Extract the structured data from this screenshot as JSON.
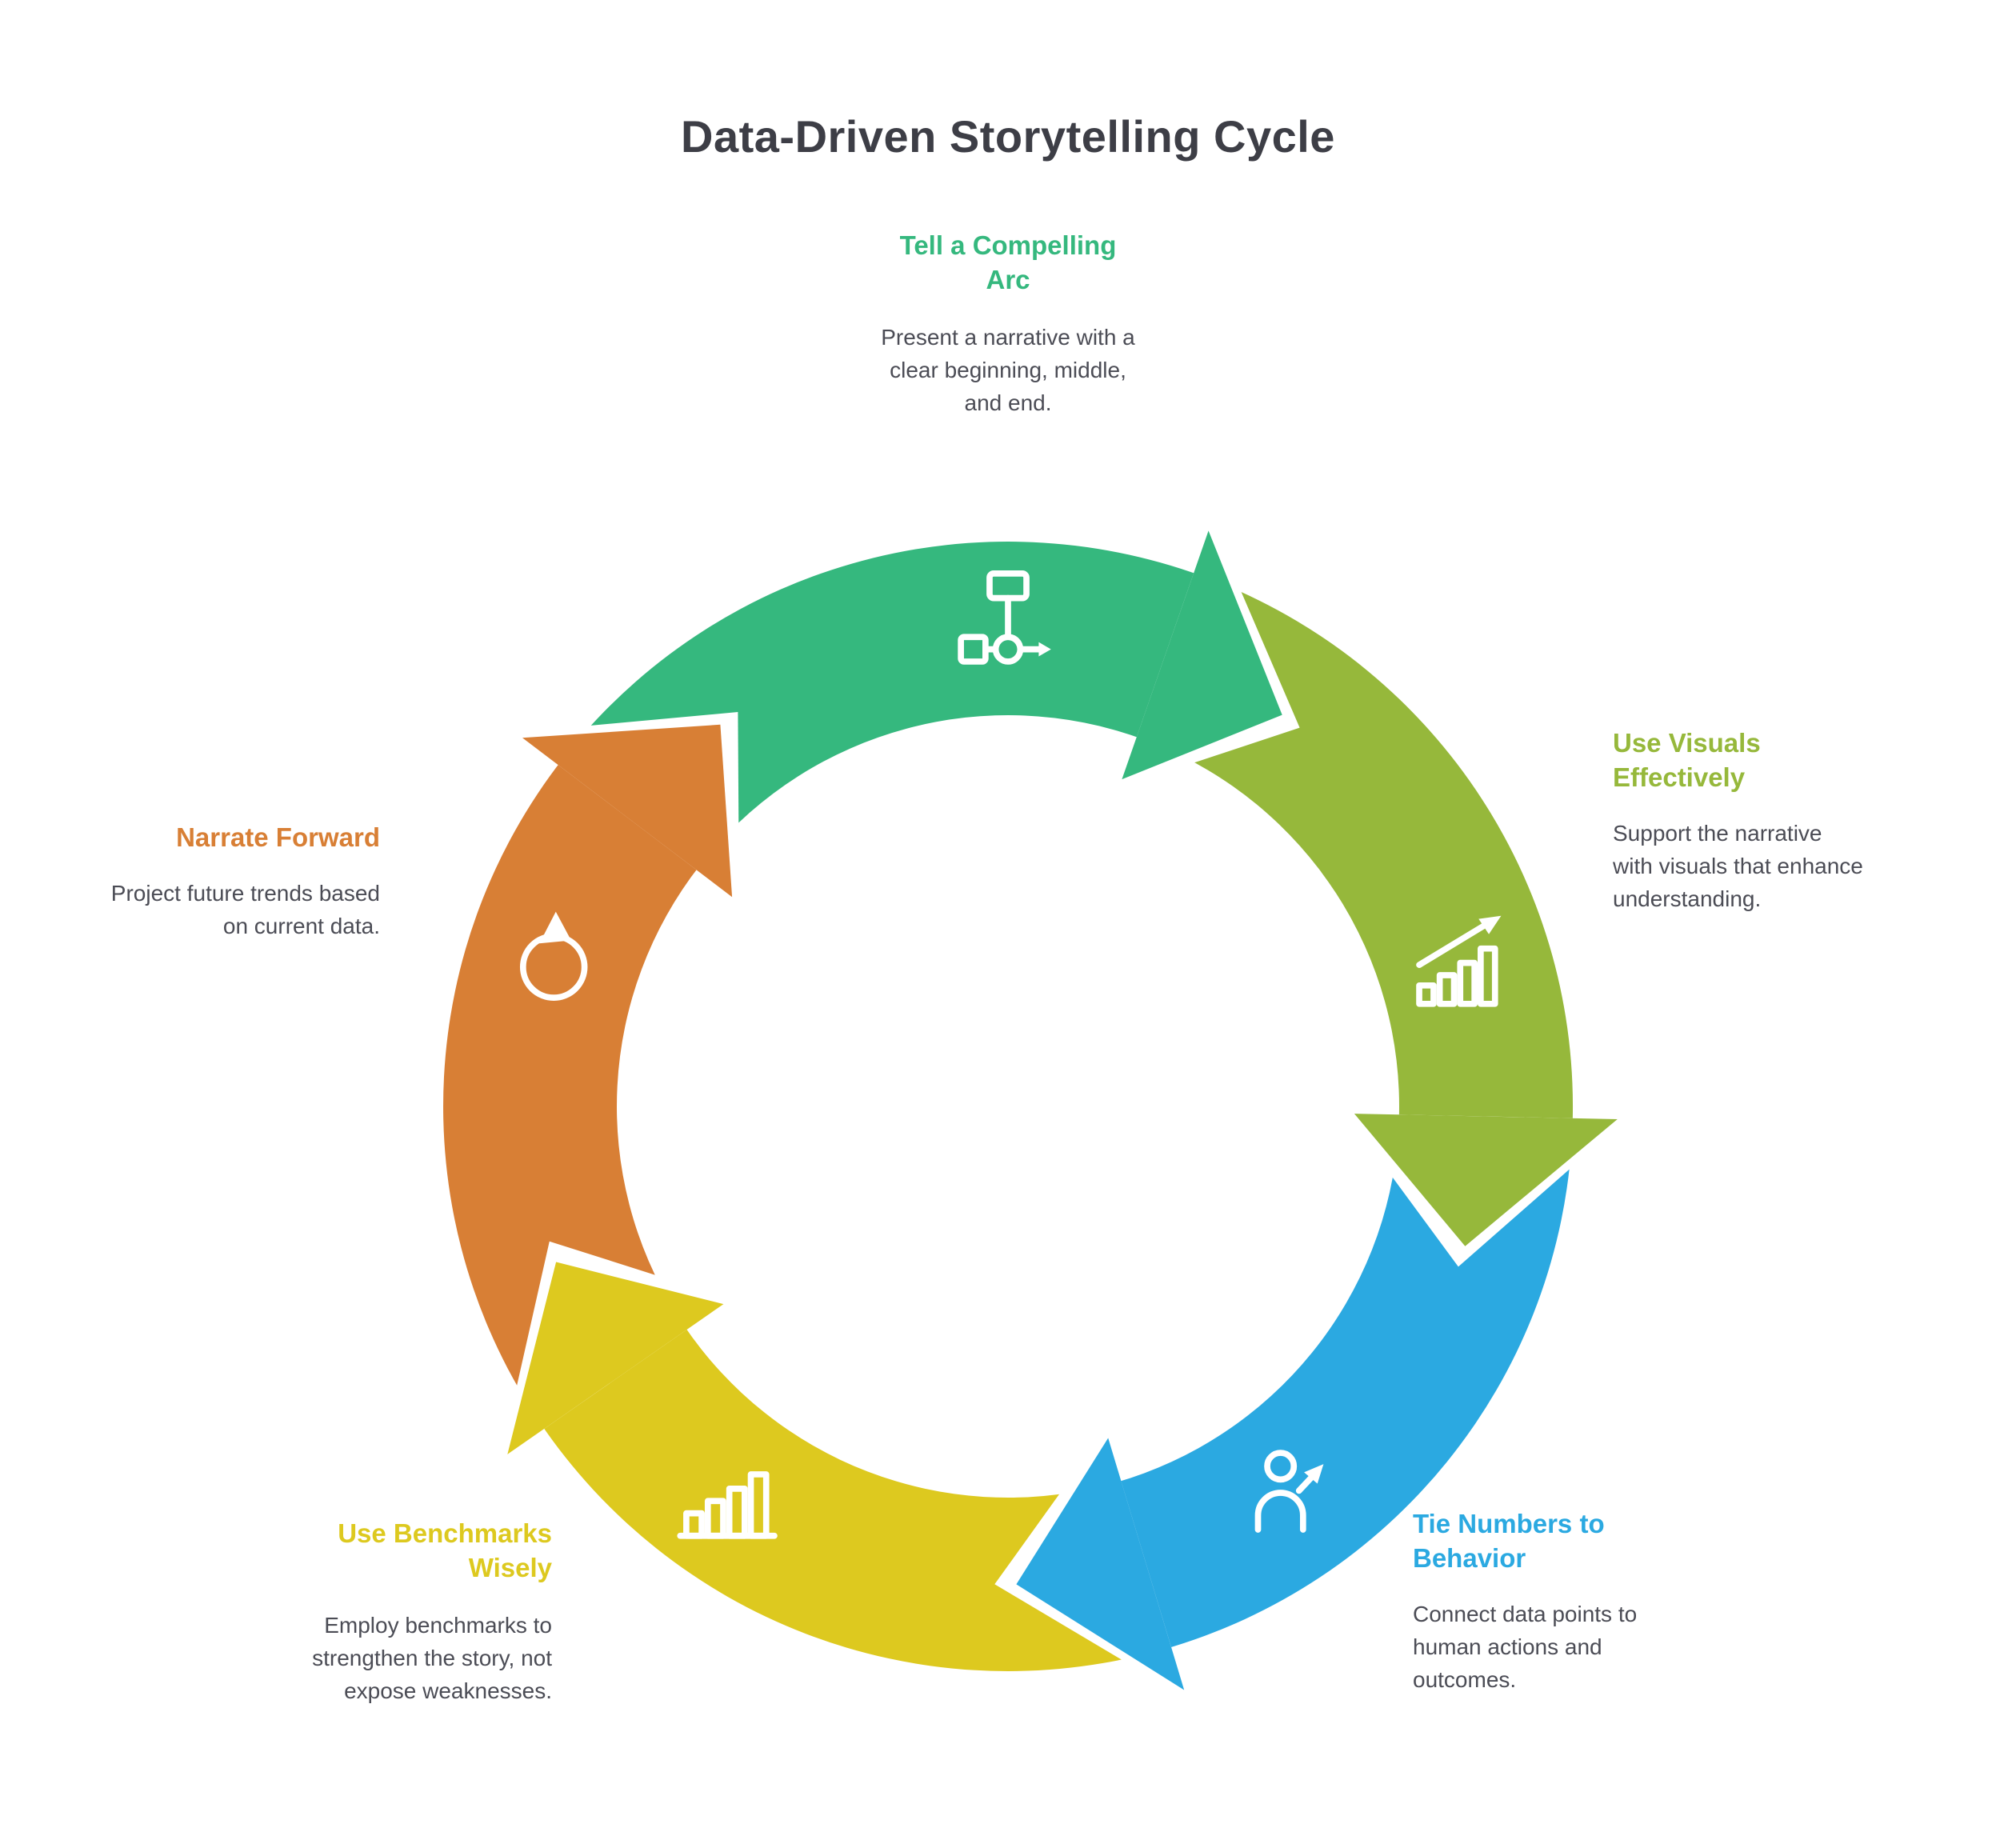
{
  "title": "Data-Driven Storytelling Cycle",
  "colors": {
    "title": "#3d3e46",
    "body_text": "#4b4c55",
    "background": "#ffffff"
  },
  "segments": [
    {
      "id": "tell-a-compelling-arc",
      "label": "Tell a Compelling Arc",
      "description": "Present a narrative with a clear beginning, middle, and end.",
      "color": "#35b87e",
      "icon": "flowchart"
    },
    {
      "id": "use-visuals-effectively",
      "label": "Use Visuals Effectively",
      "description": "Support the narrative with visuals that enhance understanding.",
      "color": "#96b83b",
      "icon": "trend-chart"
    },
    {
      "id": "tie-numbers-to-behavior",
      "label": "Tie Numbers to Behavior",
      "description": "Connect data points to human actions and outcomes.",
      "color": "#2ba9e1",
      "icon": "person-growth"
    },
    {
      "id": "use-benchmarks-wisely",
      "label": "Use Benchmarks Wisely",
      "description": "Employ benchmarks to strengthen the story, not expose weaknesses.",
      "color": "#ddc91f",
      "icon": "bar-chart"
    },
    {
      "id": "narrate-forward",
      "label": "Narrate Forward",
      "description": "Project future trends based on current data.",
      "color": "#d87f35",
      "icon": "cycle-arrow"
    }
  ]
}
